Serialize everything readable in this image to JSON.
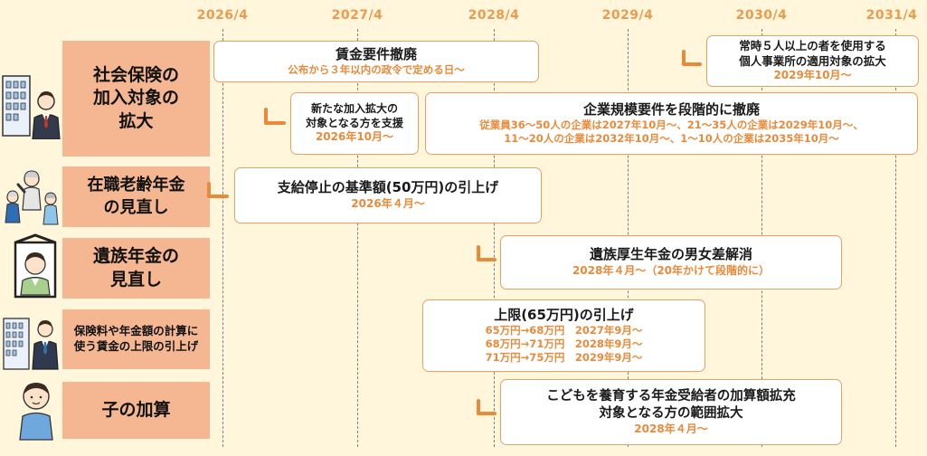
{
  "years": [
    "2026/4",
    "2027/4",
    "2028/4",
    "2029/4",
    "2030/4",
    "2031/4"
  ],
  "categories": {
    "c1": "社会保険の\n加入対象の\n拡大",
    "c2": "在職老齢年金\nの見直し",
    "c3": "遺族年金の\n見直し",
    "c4": "保険料や年金額の計算に\n使う賃金の上限の引上げ",
    "c5": "子の加算"
  },
  "boxes": {
    "wage": {
      "title": "賃金要件撤廃",
      "sub": "公布から３年以内の政令で定める日～"
    },
    "individual": {
      "title": "常時５人以上の者を使用する\n個人事業所の適用対象の拡大",
      "sub": "2029年10月～"
    },
    "support": {
      "title": "新たな加入拡大の\n対象となる方を支援",
      "sub": "2026年10月～"
    },
    "scale": {
      "title": "企業規模要件を段階的に撤廃",
      "sub": "従業員36～50人の企業は2027年10月～、21～35人の企業は2029年10月～、\n11～20人の企業は2032年10月～、1～10人の企業は2035年10月～"
    },
    "stop": {
      "title": "支給停止の基準額(50万円)の引上げ",
      "sub": "2026年４月～"
    },
    "survivor": {
      "title": "遺族厚生年金の男女差解消",
      "sub": "2028年４月～（20年かけて段階的に）"
    },
    "cap": {
      "title": "上限(65万円)の引上げ",
      "sub": "65万円→68万円　2027年9月～\n68万円→71万円　2028年9月～\n71万円→75万円　2029年9月～"
    },
    "child": {
      "title": "こどもを養育する年金受給者の加算額拡充\n対象となる方の範囲拡大",
      "sub": "2028年４月～"
    }
  },
  "colors": {
    "background": "#FFF6DC",
    "category": "#F4B792",
    "accent": "#E98A3A",
    "border": "#E9A064"
  }
}
